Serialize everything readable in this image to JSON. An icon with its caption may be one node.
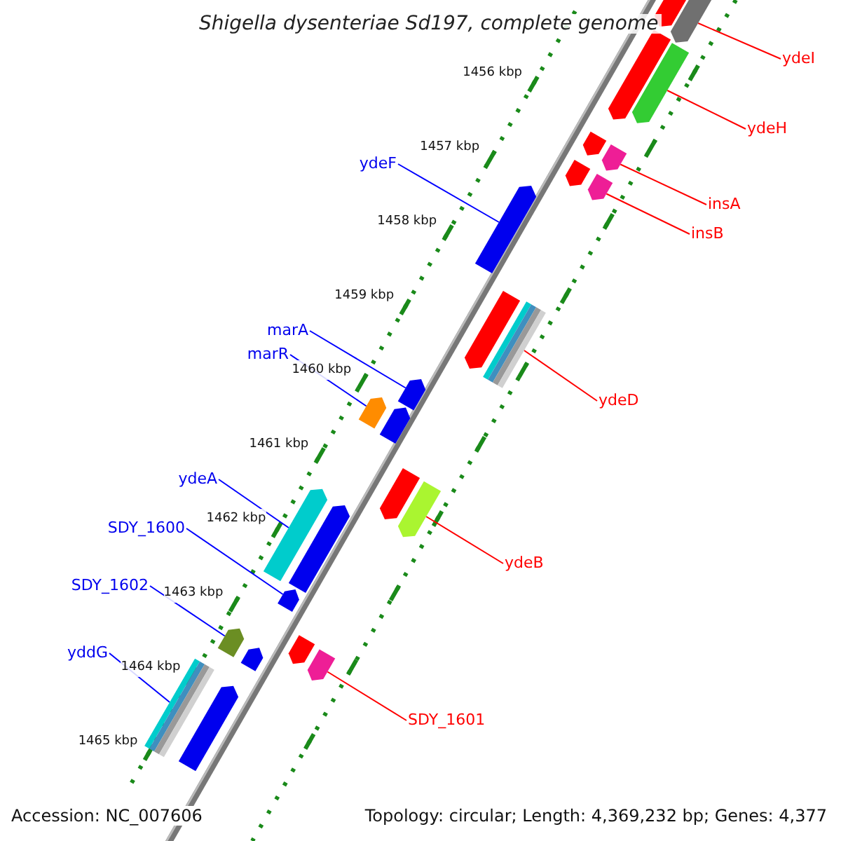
{
  "diagram": {
    "title": "Shigella dysenteriae Sd197, complete genome",
    "nodes": [
      {
        "text": [
          "ydeI"
        ]
      },
      {
        "text": [],
        "shape": "bar"
      },
      {
        "text": [
          "ydeH"
        ]
      },
      {
        "text": [],
        "shape": "bar"
      },
      {
        "text": [
          "ydeF"
        ]
      },
      {
        "text": [],
        "shape": "bar"
      },
      {
        "text": [
          "insA"
        ]
      },
      {
        "text": [],
        "shape": "bar"
      },
      {
        "text": [
          "insB"
        ]
      },
      {
        "text": [],
        "shape": "bar"
      },
      {
        "text": [
          "marA"
        ]
      },
      {
        "text": [],
        "shape": "bar"
      },
      {
        "text": [
          "marR"
        ]
      },
      {
        "text": [],
        "shape": "bar"
      },
      {
        "text": [
          "ydeD"
        ]
      },
      {
        "text": [],
        "shape": "bar"
      },
      {
        "text": [
          "ydeA"
        ]
      },
      {
        "text": [],
        "shape": "bar"
      },
      {
        "text": [
          "SDY_1600"
        ]
      },
      {
        "text": [],
        "shape": "bar"
      },
      {
        "text": [
          "ydeB"
        ]
      },
      {
        "text": [],
        "shape": "bar"
      },
      {
        "text": [
          "SDY_1602"
        ]
      },
      {
        "text": [],
        "shape": "bar"
      },
      {
        "text": [
          "yddG"
        ]
      },
      {
        "text": [],
        "shape": "bar"
      },
      {
        "text": [
          "SDY_1601"
        ]
      },
      {
        "text": [],
        "shape": "bar"
      },
      {
        "text": [],
        "shape": "bar"
      },
      {
        "text": [],
        "shape": "bar"
      },
      {
        "text": [],
        "shape": "bar"
      },
      {
        "text": [],
        "shape": "bar"
      },
      {
        "text": [],
        "shape": "bar"
      },
      {
        "text": [],
        "shape": "bar"
      },
      {
        "text": [],
        "shape": "bar"
      },
      {
        "text": [],
        "shape": "bar"
      },
      {
        "text": [],
        "shape": "bar"
      },
      {
        "text": [],
        "shape": "bar"
      },
      {
        "text": [],
        "shape": "bar"
      }
    ],
    "edges": [
      {
        "from": 0,
        "to": 1,
        "arrow": "none",
        "color": "#ff0000"
      },
      {
        "from": 2,
        "to": 3,
        "arrow": "none",
        "color": "#ff0000"
      },
      {
        "from": 4,
        "to": 5,
        "arrow": "none",
        "color": "#0000ff"
      },
      {
        "from": 6,
        "to": 7,
        "arrow": "none",
        "color": "#ff0000"
      },
      {
        "from": 8,
        "to": 9,
        "arrow": "none",
        "color": "#ff0000"
      },
      {
        "from": 10,
        "to": 11,
        "arrow": "none",
        "color": "#0000ff"
      },
      {
        "from": 12,
        "to": 13,
        "arrow": "none",
        "color": "#0000ff"
      },
      {
        "from": 14,
        "to": 15,
        "arrow": "none",
        "color": "#ff0000"
      },
      {
        "from": 16,
        "to": 17,
        "arrow": "none",
        "color": "#0000ff"
      },
      {
        "from": 18,
        "to": 19,
        "arrow": "none",
        "color": "#0000ff"
      },
      {
        "from": 20,
        "to": 21,
        "arrow": "none",
        "color": "#ff0000"
      },
      {
        "from": 22,
        "to": 23,
        "arrow": "none",
        "color": "#0000ff"
      },
      {
        "from": 24,
        "to": 25,
        "arrow": "none",
        "color": "#0000ff"
      },
      {
        "from": 26,
        "to": 27,
        "arrow": "none",
        "color": "#ff0000"
      }
    ],
    "labels": [
      "1456 kbp",
      "1457 kbp",
      "1458 kbp",
      "1459 kbp",
      "1460 kbp",
      "1461 kbp",
      "1462 kbp",
      "1463 kbp",
      "1464 kbp",
      "1465 kbp",
      "Accession: NC_007606",
      "Topology: circular; Length: 4,369,232 bp; Genes: 4,377"
    ]
  }
}
